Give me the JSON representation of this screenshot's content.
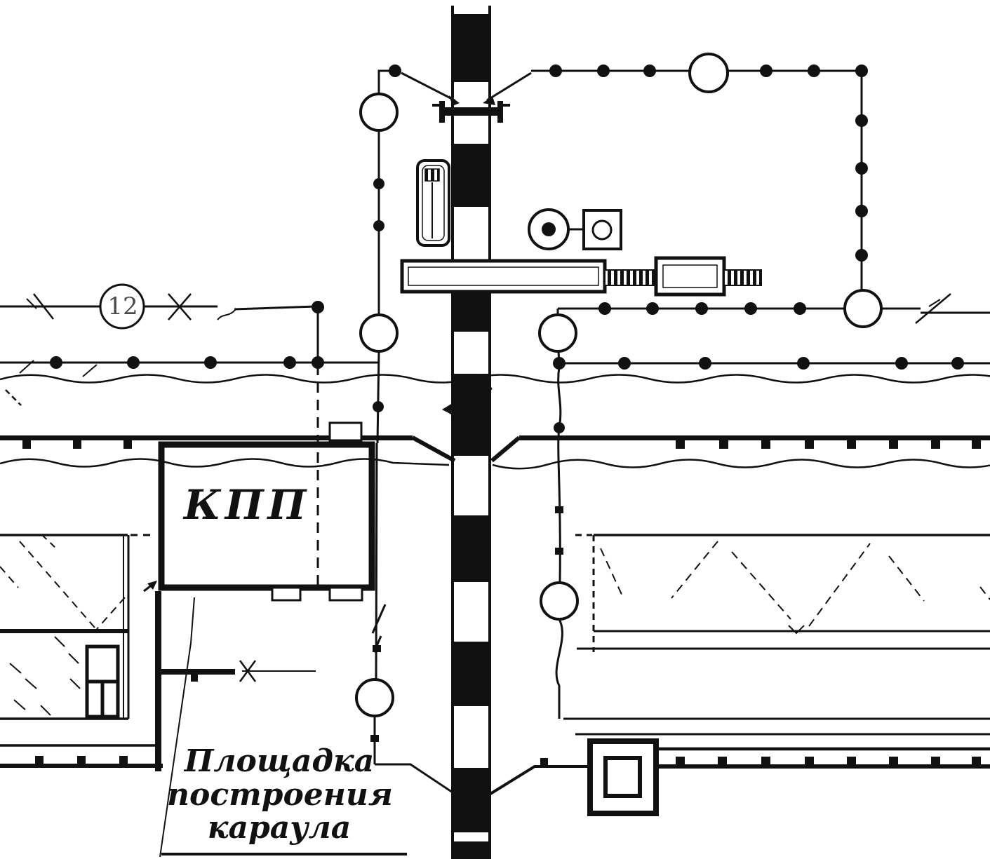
{
  "page": {
    "background": "#ffffff",
    "ink": "#111111"
  },
  "labels": {
    "checkpoint": "КПП",
    "assembly_area": [
      "Площадка",
      "построения",
      "караула"
    ],
    "node_number": "12"
  },
  "symbols": {
    "floodlight": "open-circle-on-line",
    "light_pole": "filled-dot-on-line",
    "road_gate": "barrier-bar-across-road",
    "observation_tower": "double-square",
    "searchlight": "circle-with-dot",
    "signal_box": "square-with-circle"
  }
}
